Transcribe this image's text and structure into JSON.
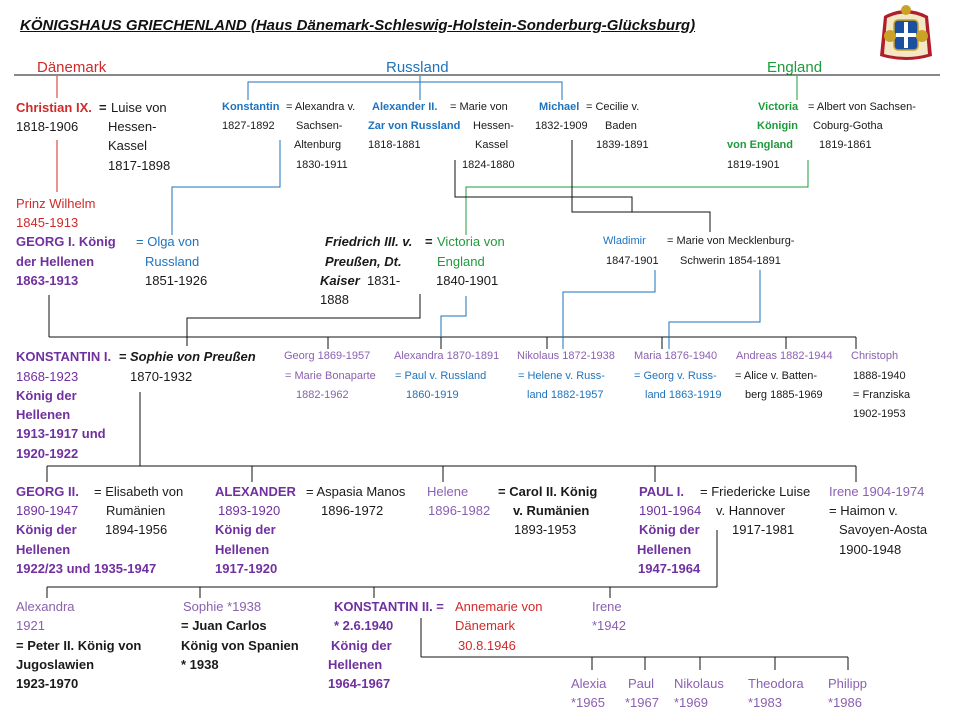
{
  "title": "KÖNIGSHAUS GRIECHENLAND (Haus Dänemark-Schleswig-Holstein-Sonderburg-Glücksburg)",
  "emblem": {
    "icon": "greek-royal-coat-of-arms-icon",
    "colors": {
      "blue": "#1b4fa0",
      "gold": "#c9a227",
      "red": "#b01e2d",
      "white": "#ffffff"
    }
  },
  "colors": {
    "red": "#d02a2a",
    "purple": "#7030a0",
    "blue": "#1e73be",
    "green": "#1f9a3c",
    "lines": "#1f5fa8",
    "black": "#111111"
  },
  "houses": {
    "denmark": "Dänemark",
    "russia": "Russland",
    "england": "England"
  },
  "gen1": {
    "christian": [
      "Christian IX.",
      "1818-1906"
    ],
    "christian_eq": "=",
    "luise": [
      "Luise von",
      "Hessen-",
      "Kassel",
      "1817-1898"
    ],
    "konstantin_r": [
      "Konstantin",
      "1827-1892"
    ],
    "alexandra_v": [
      "= Alexandra v.",
      "Sachsen-",
      "Altenburg",
      "1830-1911"
    ],
    "alexander2": [
      "Alexander II.",
      "Zar von Russland",
      "1818-1881"
    ],
    "marie_hessen": [
      "= Marie von",
      "Hessen-",
      "Kassel",
      "1824-1880"
    ],
    "michael": [
      "Michael",
      "1832-1909"
    ],
    "cecilie": [
      "= Cecilie v.",
      "Baden",
      "1839-1891"
    ],
    "victoria_q": [
      "Victoria",
      "Königin",
      "von England",
      "1819-1901"
    ],
    "albert": [
      "= Albert von Sachsen-",
      "Coburg-Gotha",
      "1819-1861"
    ]
  },
  "gen2": {
    "wilhelm": [
      "Prinz Wilhelm",
      "1845-1913"
    ],
    "georg1": [
      "GEORG I. König",
      "der Hellenen",
      "1863-1913"
    ],
    "olga": [
      "= Olga von",
      "Russland",
      "1851-1926"
    ],
    "friedrich": [
      "Friedrich III. v.",
      "Preußen, Dt.",
      "Kaiser",
      "1831-",
      "1888"
    ],
    "friedrich_eq": "=",
    "victoria_v": [
      "Victoria von",
      "England",
      "1840-1901"
    ],
    "wladimir": [
      "Wladimir",
      "1847-1901"
    ],
    "marie_meck": [
      "= Marie von Mecklenburg-",
      "Schwerin 1854-1891"
    ]
  },
  "gen3": {
    "konstantin1_name": "KONSTANTIN I.",
    "konstantin1": [
      "1868-1923",
      "König der",
      "Hellenen",
      "1913-1917 und",
      "1920-1922"
    ],
    "konstantin1_eq": "=",
    "sophie_p": [
      "Sophie von Preußen",
      "1870-1932"
    ],
    "georg": [
      "Georg 1869-1957",
      "= Marie Bonaparte",
      "1882-1962"
    ],
    "alexandra": [
      "Alexandra 1870-1891",
      "= Paul v. Russland",
      "1860-1919"
    ],
    "nikolaus": [
      "Nikolaus 1872-1938",
      "= Helene v. Russ-",
      "land 1882-1957"
    ],
    "maria": [
      "Maria 1876-1940",
      "= Georg v. Russ-",
      "land 1863-1919"
    ],
    "andreas": [
      "Andreas 1882-1944",
      "= Alice v. Batten-",
      "berg 1885-1969"
    ],
    "christoph": [
      "Christoph",
      "1888-1940",
      "= Franziska",
      "1902-1953"
    ]
  },
  "gen4": {
    "georg2": [
      "GEORG II.",
      "1890-1947",
      "König der",
      "Hellenen",
      "1922/23 und 1935-1947"
    ],
    "elisabeth": [
      "= Elisabeth von",
      "Rumänien",
      "1894-1956"
    ],
    "alexander": [
      "ALEXANDER",
      "1893-1920",
      "König der",
      "Hellenen",
      "1917-1920"
    ],
    "aspasia": [
      "= Aspasia Manos",
      "1896-1972"
    ],
    "helene": [
      "Helene",
      "1896-1982"
    ],
    "carol": [
      "= Carol II. König",
      "v. Rumänien",
      "1893-1953"
    ],
    "paul1": [
      "PAUL I.",
      "1901-1964",
      "König der",
      "Hellenen",
      "1947-1964"
    ],
    "friedericke": [
      "= Friedericke Luise",
      "v. Hannover",
      "1917-1981"
    ],
    "irene_old": [
      "Irene 1904-1974",
      "= Haimon v.",
      "Savoyen-Aosta",
      "1900-1948"
    ]
  },
  "gen5": {
    "alexandra_y": [
      "Alexandra",
      "1921"
    ],
    "peter": [
      "= Peter II. König von",
      "Jugoslawien",
      "1923-1970"
    ],
    "sophie_y": [
      "Sophie *1938"
    ],
    "juan": [
      "= Juan Carlos",
      "König von Spanien",
      "* 1938"
    ],
    "konstantin2": [
      "KONSTANTIN II. =",
      "* 2.6.1940",
      "König der",
      "Hellenen",
      "1964-1967"
    ],
    "annemarie": [
      "Annemarie von",
      "Dänemark",
      "30.8.1946"
    ],
    "irene_y": [
      "Irene",
      "*1942"
    ]
  },
  "gen6": [
    {
      "name": "Alexia",
      "born": "*1965"
    },
    {
      "name": "Paul",
      "born": "*1967"
    },
    {
      "name": "Nikolaus",
      "born": "*1969"
    },
    {
      "name": "Theodora",
      "born": "*1983"
    },
    {
      "name": "Philipp",
      "born": "*1986"
    }
  ]
}
